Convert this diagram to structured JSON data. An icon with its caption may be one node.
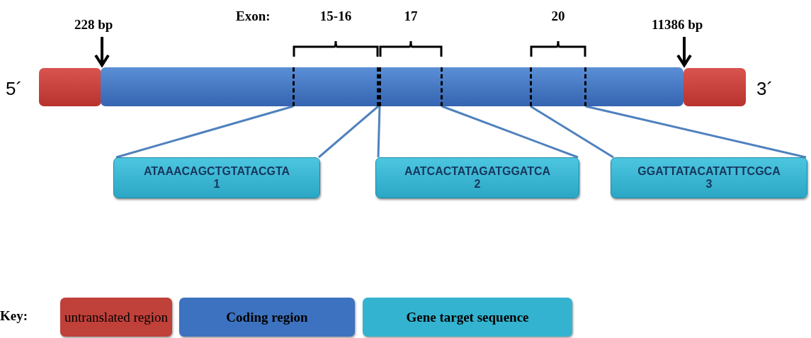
{
  "diagram": {
    "nodes": [
      {
        "text": [],
        "shape": "box"
      },
      {
        "text": [],
        "shape": "bar"
      },
      {
        "text": [],
        "shape": "box",
        "in": 1,
        "beside": [
          "15-16"
        ]
      },
      {
        "text": [],
        "shape": "box",
        "in": 1,
        "beside": [
          "17"
        ]
      },
      {
        "text": [],
        "shape": "box",
        "in": 1,
        "beside": [
          "20"
        ]
      },
      {
        "text": [],
        "shape": "box"
      },
      {
        "text": [
          "ATAAACAGCTGTATACGTA",
          "1"
        ]
      },
      {
        "text": [
          "AATCACTATAGATGGATCA",
          "2"
        ]
      },
      {
        "text": [
          "GGATTATACATATTTCGCA",
          "3"
        ]
      }
    ],
    "edges": [
      {
        "from": 2,
        "to": 6,
        "arrow": "none"
      },
      {
        "from": 2,
        "to": 6,
        "arrow": "none"
      },
      {
        "from": 3,
        "to": 7,
        "arrow": "none"
      },
      {
        "from": 3,
        "to": 7,
        "arrow": "none"
      },
      {
        "from": 4,
        "to": 8,
        "arrow": "none"
      },
      {
        "from": 4,
        "to": 8,
        "arrow": "none"
      }
    ],
    "labels": [
      "Exon:",
      "228 bp",
      "11386 bp",
      "5´",
      "3´",
      "Key:"
    ],
    "legend": [
      {
        "text": "untranslated region",
        "color": "#c0403a"
      },
      {
        "text": "Coding region",
        "color": "#3d72c0"
      },
      {
        "text": "Gene target sequence",
        "color": "#33b3d0"
      }
    ]
  }
}
